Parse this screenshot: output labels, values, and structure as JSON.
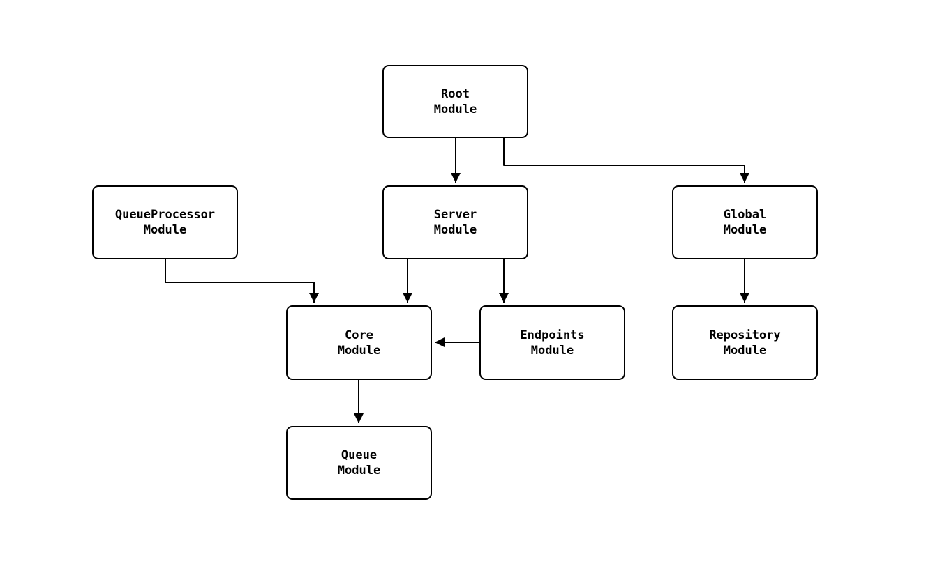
{
  "diagram": {
    "background_color": "#ffffff",
    "line_color": "#000000",
    "node_border_color": "#000000",
    "node_fill_color": "#ffffff",
    "nodes": {
      "root": {
        "name": "Root",
        "type": "Module"
      },
      "queueprocessor": {
        "name": "QueueProcessor",
        "type": "Module"
      },
      "server": {
        "name": "Server",
        "type": "Module"
      },
      "global": {
        "name": "Global",
        "type": "Module"
      },
      "core": {
        "name": "Core",
        "type": "Module"
      },
      "endpoints": {
        "name": "Endpoints",
        "type": "Module"
      },
      "repository": {
        "name": "Repository",
        "type": "Module"
      },
      "queue": {
        "name": "Queue",
        "type": "Module"
      }
    },
    "edges": [
      {
        "from": "Root Module",
        "to": "Server Module"
      },
      {
        "from": "Root Module",
        "to": "Global Module"
      },
      {
        "from": "QueueProcessor Module",
        "to": "Core Module"
      },
      {
        "from": "Server Module",
        "to": "Core Module"
      },
      {
        "from": "Server Module",
        "to": "Endpoints Module"
      },
      {
        "from": "Endpoints Module",
        "to": "Core Module"
      },
      {
        "from": "Global Module",
        "to": "Repository Module"
      },
      {
        "from": "Core Module",
        "to": "Queue Module"
      }
    ]
  }
}
